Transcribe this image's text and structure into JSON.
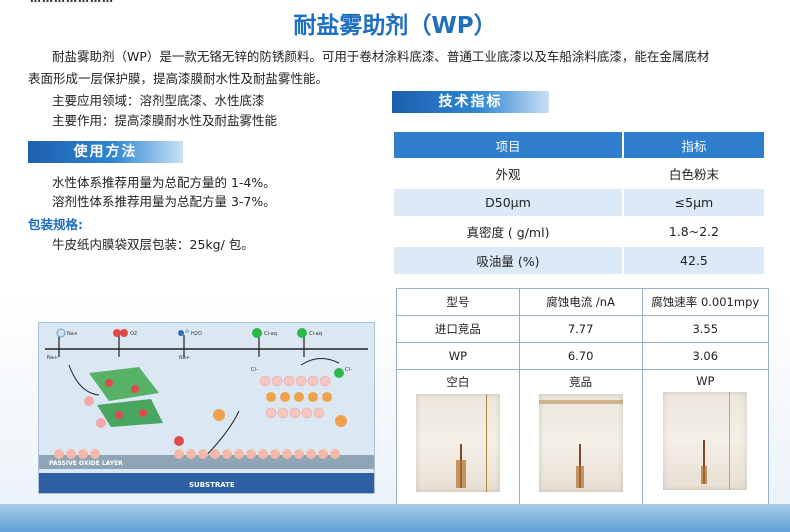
{
  "header": {
    "cut_text": "…………………",
    "title": "耐盐雾助剂（WP）"
  },
  "intro": {
    "line1": "耐盐雾助剂（WP）是一款无铬无锌的防锈颜料。可用于卷材涂料底漆、普通工业底漆以及车船涂料底漆，能在金属底材",
    "line2": "表面形成一层保护膜，提高漆膜耐水性及耐盐雾性能。",
    "field": "主要应用领域：溶剂型底漆、水性底漆",
    "function": "主要作用：提高漆膜耐水性及耐盐雾性能"
  },
  "usage": {
    "heading": "使用方法",
    "water": "水性体系推荐用量为总配方量的 1-4%。",
    "solvent": "溶剂性体系推荐用量为总配方量 3-7%。"
  },
  "packaging": {
    "heading": "包装规格:",
    "text": "牛皮纸内膜袋双层包装：25kg/ 包。"
  },
  "specs": {
    "heading": "技术指标",
    "col1": "项目",
    "col2": "指标",
    "rows": [
      {
        "item": "外观",
        "value": "白色粉末"
      },
      {
        "item": "D50μm",
        "value": "≤5μm"
      },
      {
        "item": "真密度 ( g/ml)",
        "value": "1.8~2.2"
      },
      {
        "item": "吸油量 (%)",
        "value": "42.5"
      }
    ]
  },
  "corrosion": {
    "headers": [
      "型号",
      "腐蚀电流 /nA",
      "腐蚀速率 0.001mpy"
    ],
    "rows": [
      [
        "进口竞品",
        "7.77",
        "3.55"
      ],
      [
        "WP",
        "6.70",
        "3.06"
      ]
    ],
    "photo_labels": [
      "空白",
      "竞品",
      "WP"
    ]
  },
  "diagram": {
    "ions": [
      "Na+",
      "O2",
      "H2O",
      "Cl-aq",
      "Cl-aq"
    ],
    "side_ions": [
      "Na+",
      "Na+",
      "Cl-",
      "Cl-"
    ],
    "layer_label": "PASSIVE OXIDE LAYER",
    "substrate_label": "SUBSTRATE"
  },
  "colors": {
    "title": "#1f6fc1",
    "banner": "#1c5fae",
    "table_header": "#2f7fce",
    "table_alt_row": "#dce9f6"
  }
}
